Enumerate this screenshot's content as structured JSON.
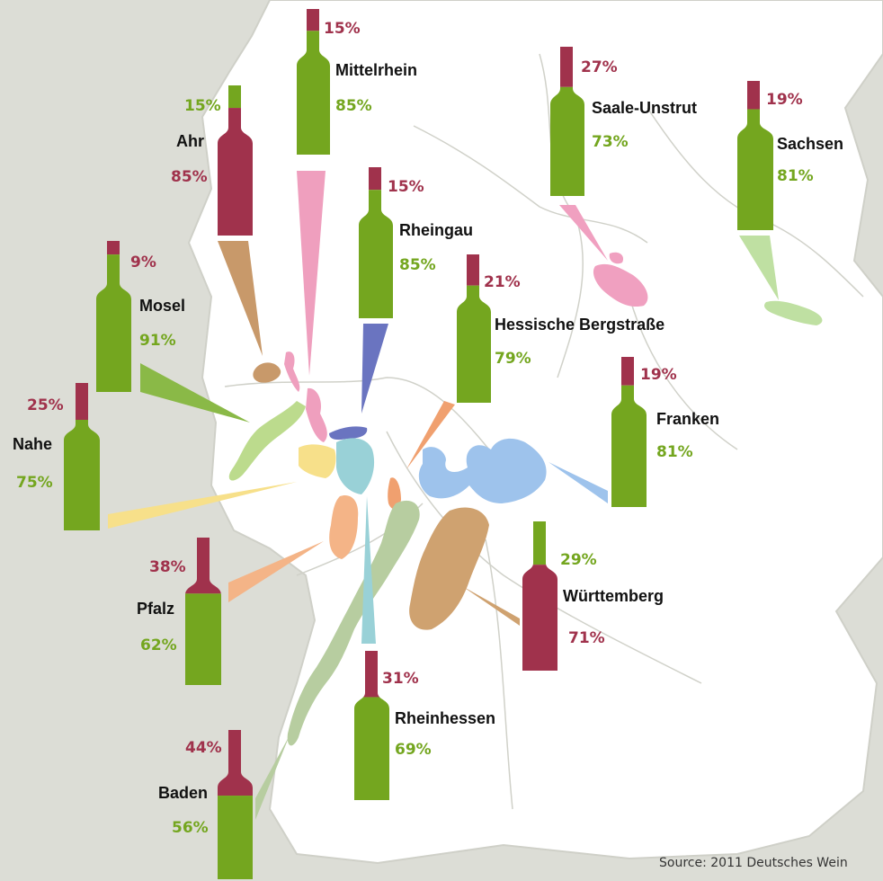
{
  "chart_data": {
    "type": "bar",
    "description_visible": "Wine region bottles showing red vs white share",
    "series_colors": {
      "red": "#a0324c",
      "white": "#74a61f"
    },
    "regions": [
      {
        "name": "Mittelrhein",
        "red_label": "15%",
        "white_label": "85%",
        "red": 15,
        "white": 85
      },
      {
        "name": "Ahr",
        "red_label": "85%",
        "white_label": "15%",
        "red": 85,
        "white": 15
      },
      {
        "name": "Saale-Unstrut",
        "red_label": "27%",
        "white_label": "73%",
        "red": 27,
        "white": 73
      },
      {
        "name": "Sachsen",
        "red_label": "19%",
        "white_label": "81%",
        "red": 19,
        "white": 81
      },
      {
        "name": "Rheingau",
        "red_label": "15%",
        "white_label": "85%",
        "red": 15,
        "white": 85
      },
      {
        "name": "Mosel",
        "red_label": "9%",
        "white_label": "91%",
        "red": 9,
        "white": 91
      },
      {
        "name": "Hessische Bergstraße",
        "red_label": "21%",
        "white_label": "79%",
        "red": 21,
        "white": 79
      },
      {
        "name": "Nahe",
        "red_label": "25%",
        "white_label": "75%",
        "red": 25,
        "white": 75
      },
      {
        "name": "Franken",
        "red_label": "19%",
        "white_label": "81%",
        "red": 19,
        "white": 81
      },
      {
        "name": "Pfalz",
        "red_label": "38%",
        "white_label": "62%",
        "red": 38,
        "white": 62
      },
      {
        "name": "Württemberg",
        "red_label": "71%",
        "white_label": "29%",
        "red": 71,
        "white": 29
      },
      {
        "name": "Rheinhessen",
        "red_label": "31%",
        "white_label": "69%",
        "red": 31,
        "white": 69
      },
      {
        "name": "Baden",
        "red_label": "44%",
        "white_label": "56%",
        "red": 44,
        "white": 56
      }
    ]
  },
  "source": "Source: 2011 Deutsches Wein"
}
